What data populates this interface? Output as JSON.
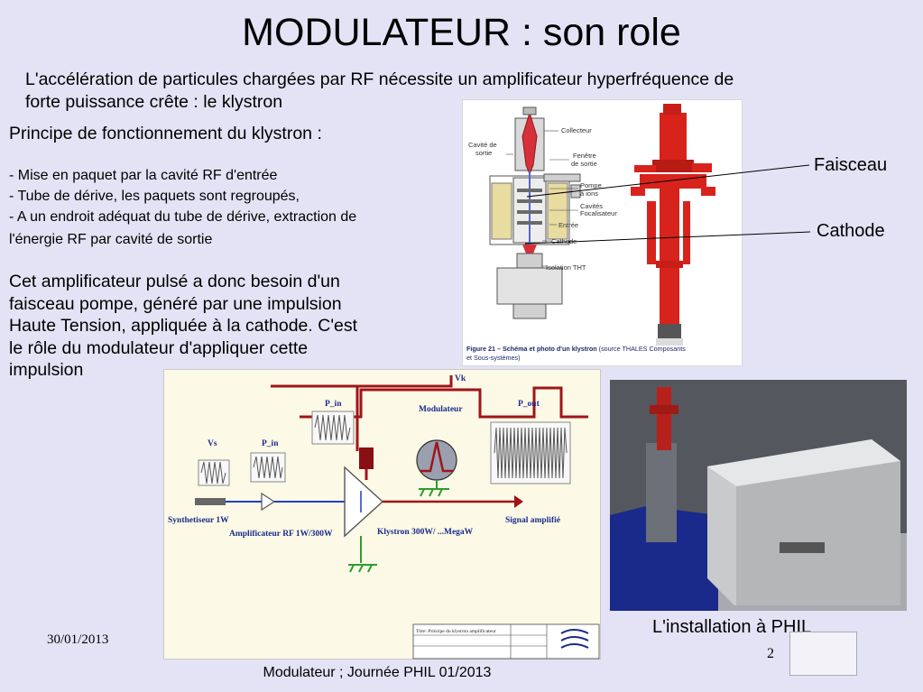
{
  "slide": {
    "title": "MODULATEUR : son role",
    "intro_line1": "L'accélération de particules chargées par RF nécessite  un amplificateur hyperfréquence de",
    "intro_line2": "forte puissance crête : le klystron",
    "principle_heading": "Principe  de fonctionnement du klystron :",
    "bullets": [
      "- Mise en paquet par la cavité RF d'entrée",
      "- Tube de dérive, les paquets sont regroupés,",
      "- A un endroit adéquat du tube de dérive, extraction de",
      "l'énergie RF par cavité de sortie"
    ],
    "pulse_lines": [
      "Cet amplificateur pulsé a donc besoin d'un",
      "faisceau pompe, généré par une impulsion",
      "Haute Tension, appliquée à la cathode. C'est",
      "le rôle du modulateur d'appliquer cette",
      "impulsion"
    ],
    "callouts": {
      "faisceau": "Faisceau",
      "cathode": "Cathode"
    },
    "photo_caption": "L'installation à PHIL",
    "date": "30/01/2013",
    "page_number": "2",
    "footer": "Modulateur ; Journée PHIL 01/2013"
  },
  "klystron_figure": {
    "labels": {
      "collecteur": "Collecteur",
      "cavite_sortie_1": "Cavité de",
      "cavite_sortie_2": "sortie",
      "fenetre_1": "Fenêtre",
      "fenetre_2": "de sortie",
      "pompe_1": "Pompe",
      "pompe_2": "à ions",
      "cavites": "Cavités",
      "focalisateur": "Focalisateur",
      "entree": "Entrée",
      "cathode": "Cathode",
      "isolation": "Isolation THT"
    },
    "caption_bold": "Figure 21 – Schéma et photo d'un klystron",
    "caption_rest": " (source THALES Composants",
    "caption_line2": "et Sous-systèmes)"
  },
  "circuit": {
    "vk": "Vk",
    "p_in_top": "P_in",
    "modulateur": "Modulateur",
    "p_out": "P_out",
    "vs": "Vs",
    "p_in_left": "P_in",
    "synthetiseur": "Synthetiseur 1W",
    "amplificateur": "Amplificateur RF 1W/300W",
    "klystron": "Klystron 300W/ ...MegaW",
    "signal": "Signal amplifié",
    "titleblock": "Titre: Principe du klystron amplificateur"
  },
  "colors": {
    "background": "#e3e3f5",
    "wire_red": "#a0141a",
    "wire_blue": "#1f3fbf",
    "ground_green": "#2e9d2e",
    "klystron_red": "#d8231c"
  }
}
